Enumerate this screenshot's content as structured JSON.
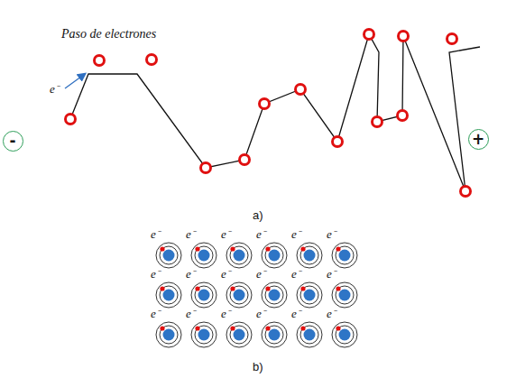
{
  "diagram": {
    "nodes": [
      {
        "text": [
          "-"
        ]
      },
      {
        "text": [
          "+"
        ]
      }
    ],
    "labels": [
      "Paso de electrones",
      "e⁻",
      "a)",
      "e⁻",
      "e⁻",
      "e⁻",
      "e⁻",
      "e⁻",
      "e⁻",
      "e⁻",
      "e⁻",
      "e⁻",
      "e⁻",
      "e⁻",
      "e⁻",
      "e⁻",
      "e⁻",
      "e⁻",
      "e⁻",
      "e⁻",
      "e⁻",
      "b)"
    ]
  }
}
